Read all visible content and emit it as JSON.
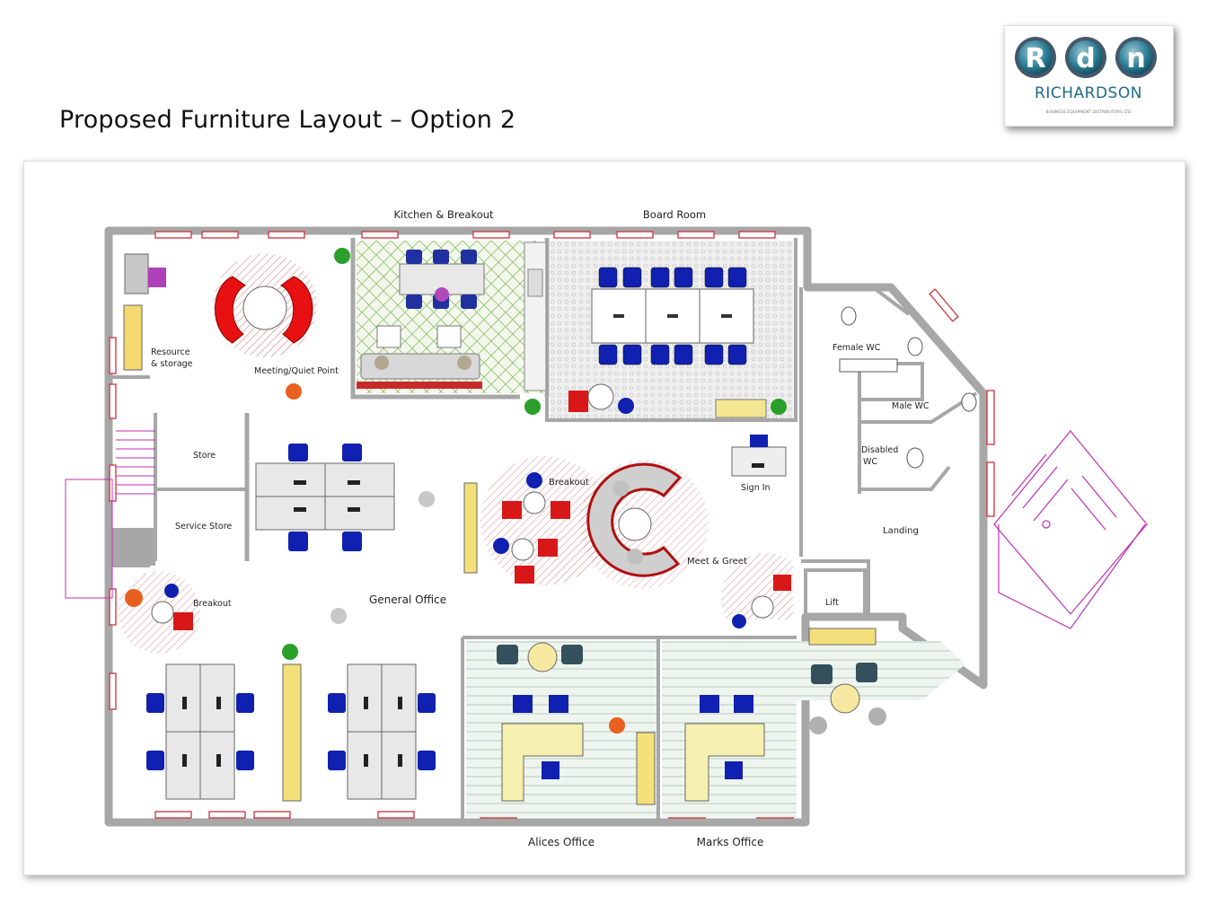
{
  "header": {
    "title": "Proposed Furniture Layout – Option 2"
  },
  "logo": {
    "letters": [
      "R",
      "d",
      "n"
    ],
    "company": "RICHARDSON",
    "tagline": "BUSINESS EQUIPMENT DISTRIBUTORS LTD",
    "color": "#1c6c85"
  },
  "rooms": {
    "kitchen": "Kitchen & Breakout",
    "board": "Board Room",
    "resource": "Resource",
    "resource2": "& storage",
    "meeting": "Meeting/Quiet Point",
    "store": "Store",
    "service": "Service Store",
    "breakout_left": "Breakout",
    "general": "General Office",
    "breakout_center": "Breakout",
    "meet_greet": "Meet & Greet",
    "sign_in": "Sign In",
    "female": "Female WC",
    "male": "Male WC",
    "disabled": "Disabled",
    "disabled2": "WC",
    "landing": "Landing",
    "lift": "Lift",
    "alices": "Alices Office",
    "marks": "Marks Office"
  },
  "colors": {
    "wall": "#a7a7a7",
    "window": "#d0303a",
    "chair": "#1020b0",
    "red_furniture": "#e01010",
    "desk": "#f6f0b0",
    "stair": "#c030b0"
  }
}
